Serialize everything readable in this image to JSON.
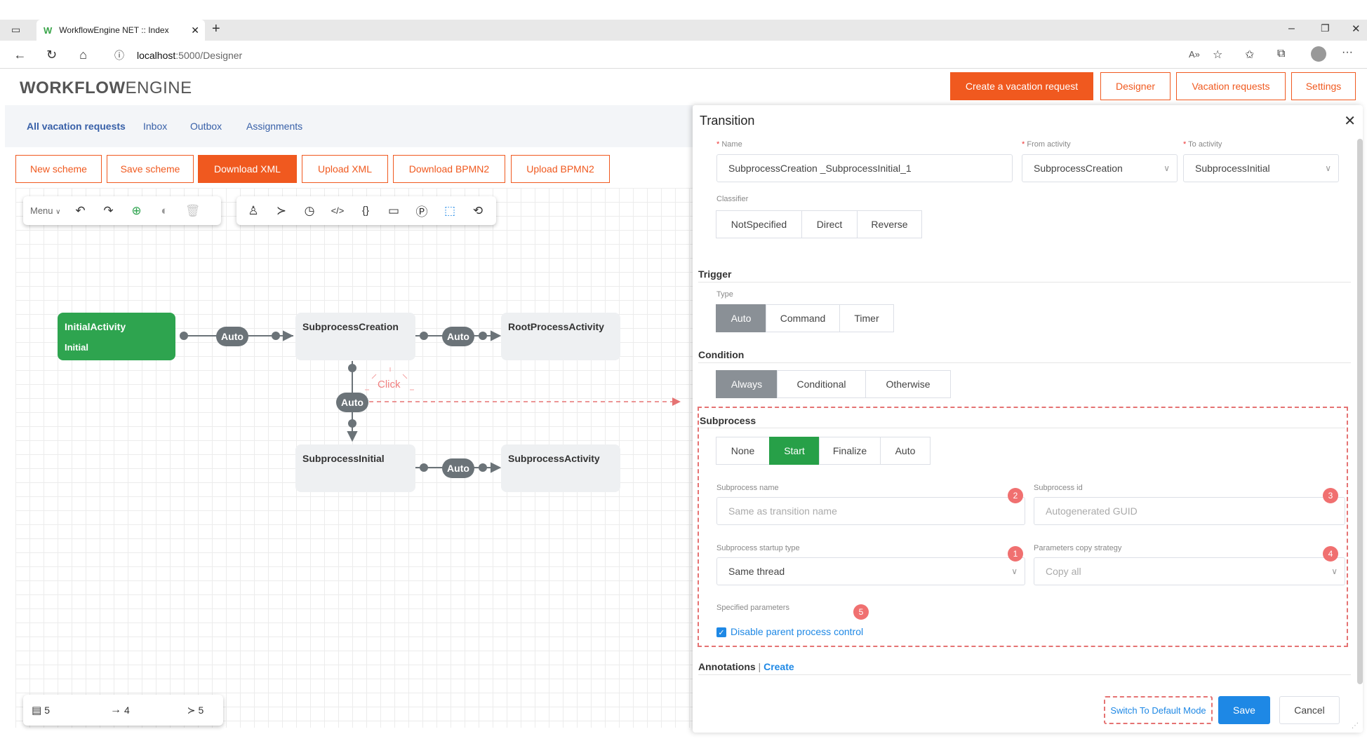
{
  "browser": {
    "tab_title": "WorkflowEngine NET :: Index",
    "url_host": "localhost",
    "url_path": ":5000/Designer"
  },
  "header": {
    "brand_bold": "WORKFLOW",
    "brand_light": "ENGINE",
    "buttons": [
      "Create a vacation request",
      "Designer",
      "Vacation requests",
      "Settings"
    ]
  },
  "nav_tabs": [
    "All vacation requests",
    "Inbox",
    "Outbox",
    "Assignments"
  ],
  "scheme_buttons": [
    "New scheme",
    "Save scheme",
    "Download XML",
    "Upload XML",
    "Download BPMN2",
    "Upload BPMN2"
  ],
  "toolbar": {
    "menu_label": "Menu"
  },
  "diagram": {
    "nodes": {
      "initial": {
        "name": "InitialActivity",
        "state": "Initial"
      },
      "subprocess_creation": "SubprocessCreation",
      "root_process": "RootProcessActivity",
      "subprocess_initial": "SubprocessInitial",
      "subprocess_activity": "SubprocessActivity"
    },
    "auto_label": "Auto",
    "click_label": "Click"
  },
  "stats": {
    "activities": "5",
    "transitions": "4",
    "commands": "5"
  },
  "panel": {
    "title": "Transition",
    "name_label": "Name",
    "name_value": "SubprocessCreation _SubprocessInitial_1",
    "from_label": "From activity",
    "from_value": "SubprocessCreation",
    "to_label": "To activity",
    "to_value": "SubprocessInitial",
    "classifier_label": "Classifier",
    "classifier_options": [
      "NotSpecified",
      "Direct",
      "Reverse"
    ],
    "trigger_section": "Trigger",
    "type_label": "Type",
    "trigger_options": [
      "Auto",
      "Command",
      "Timer"
    ],
    "condition_section": "Condition",
    "condition_options": [
      "Always",
      "Conditional",
      "Otherwise"
    ],
    "subprocess_section": "Subprocess",
    "subprocess_options": [
      "None",
      "Start",
      "Finalize",
      "Auto"
    ],
    "subprocess_name_label": "Subprocess name",
    "subprocess_name_placeholder": "Same as transition name",
    "subprocess_id_label": "Subprocess id",
    "subprocess_id_placeholder": "Autogenerated GUID",
    "startup_type_label": "Subprocess startup type",
    "startup_type_value": "Same thread",
    "copy_strategy_label": "Parameters copy strategy",
    "copy_strategy_value": "Copy all",
    "specified_params_label": "Specified parameters",
    "disable_parent_label": "Disable parent process control",
    "annotations_section": "Annotations",
    "annotations_create": "Create",
    "badges": [
      "1",
      "2",
      "3",
      "4",
      "5"
    ],
    "switch_mode": "Switch To Default Mode",
    "save": "Save",
    "cancel": "Cancel"
  },
  "colors": {
    "accent": "#f0591f",
    "green": "#27a048",
    "blue": "#1e88e5",
    "badge": "#f07070"
  }
}
